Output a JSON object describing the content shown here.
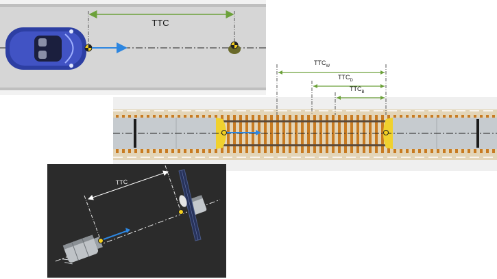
{
  "colors": {
    "road_bg": "#d6d6d6",
    "road_lane": "#c7c7c7",
    "track_bg": "#e3d5b8",
    "sleeper": "#c87b22",
    "rail": "#5b4a3a",
    "train_body": "#c6cbcf",
    "train_nose": "#f0d12e",
    "space_bg": "#2b2b2b",
    "ttc_arrow": "#6ca13a",
    "velocity": "#2d86e0",
    "car": "#2d3fa3"
  },
  "road_panel": {
    "ttc_label": "TTC"
  },
  "rail_panel": {
    "labels": [
      {
        "base": "TTC",
        "sub": "W"
      },
      {
        "base": "TTC",
        "sub": "D"
      },
      {
        "base": "TTC",
        "sub": "B"
      }
    ]
  },
  "space_panel": {
    "ttc_label": "TTC"
  }
}
